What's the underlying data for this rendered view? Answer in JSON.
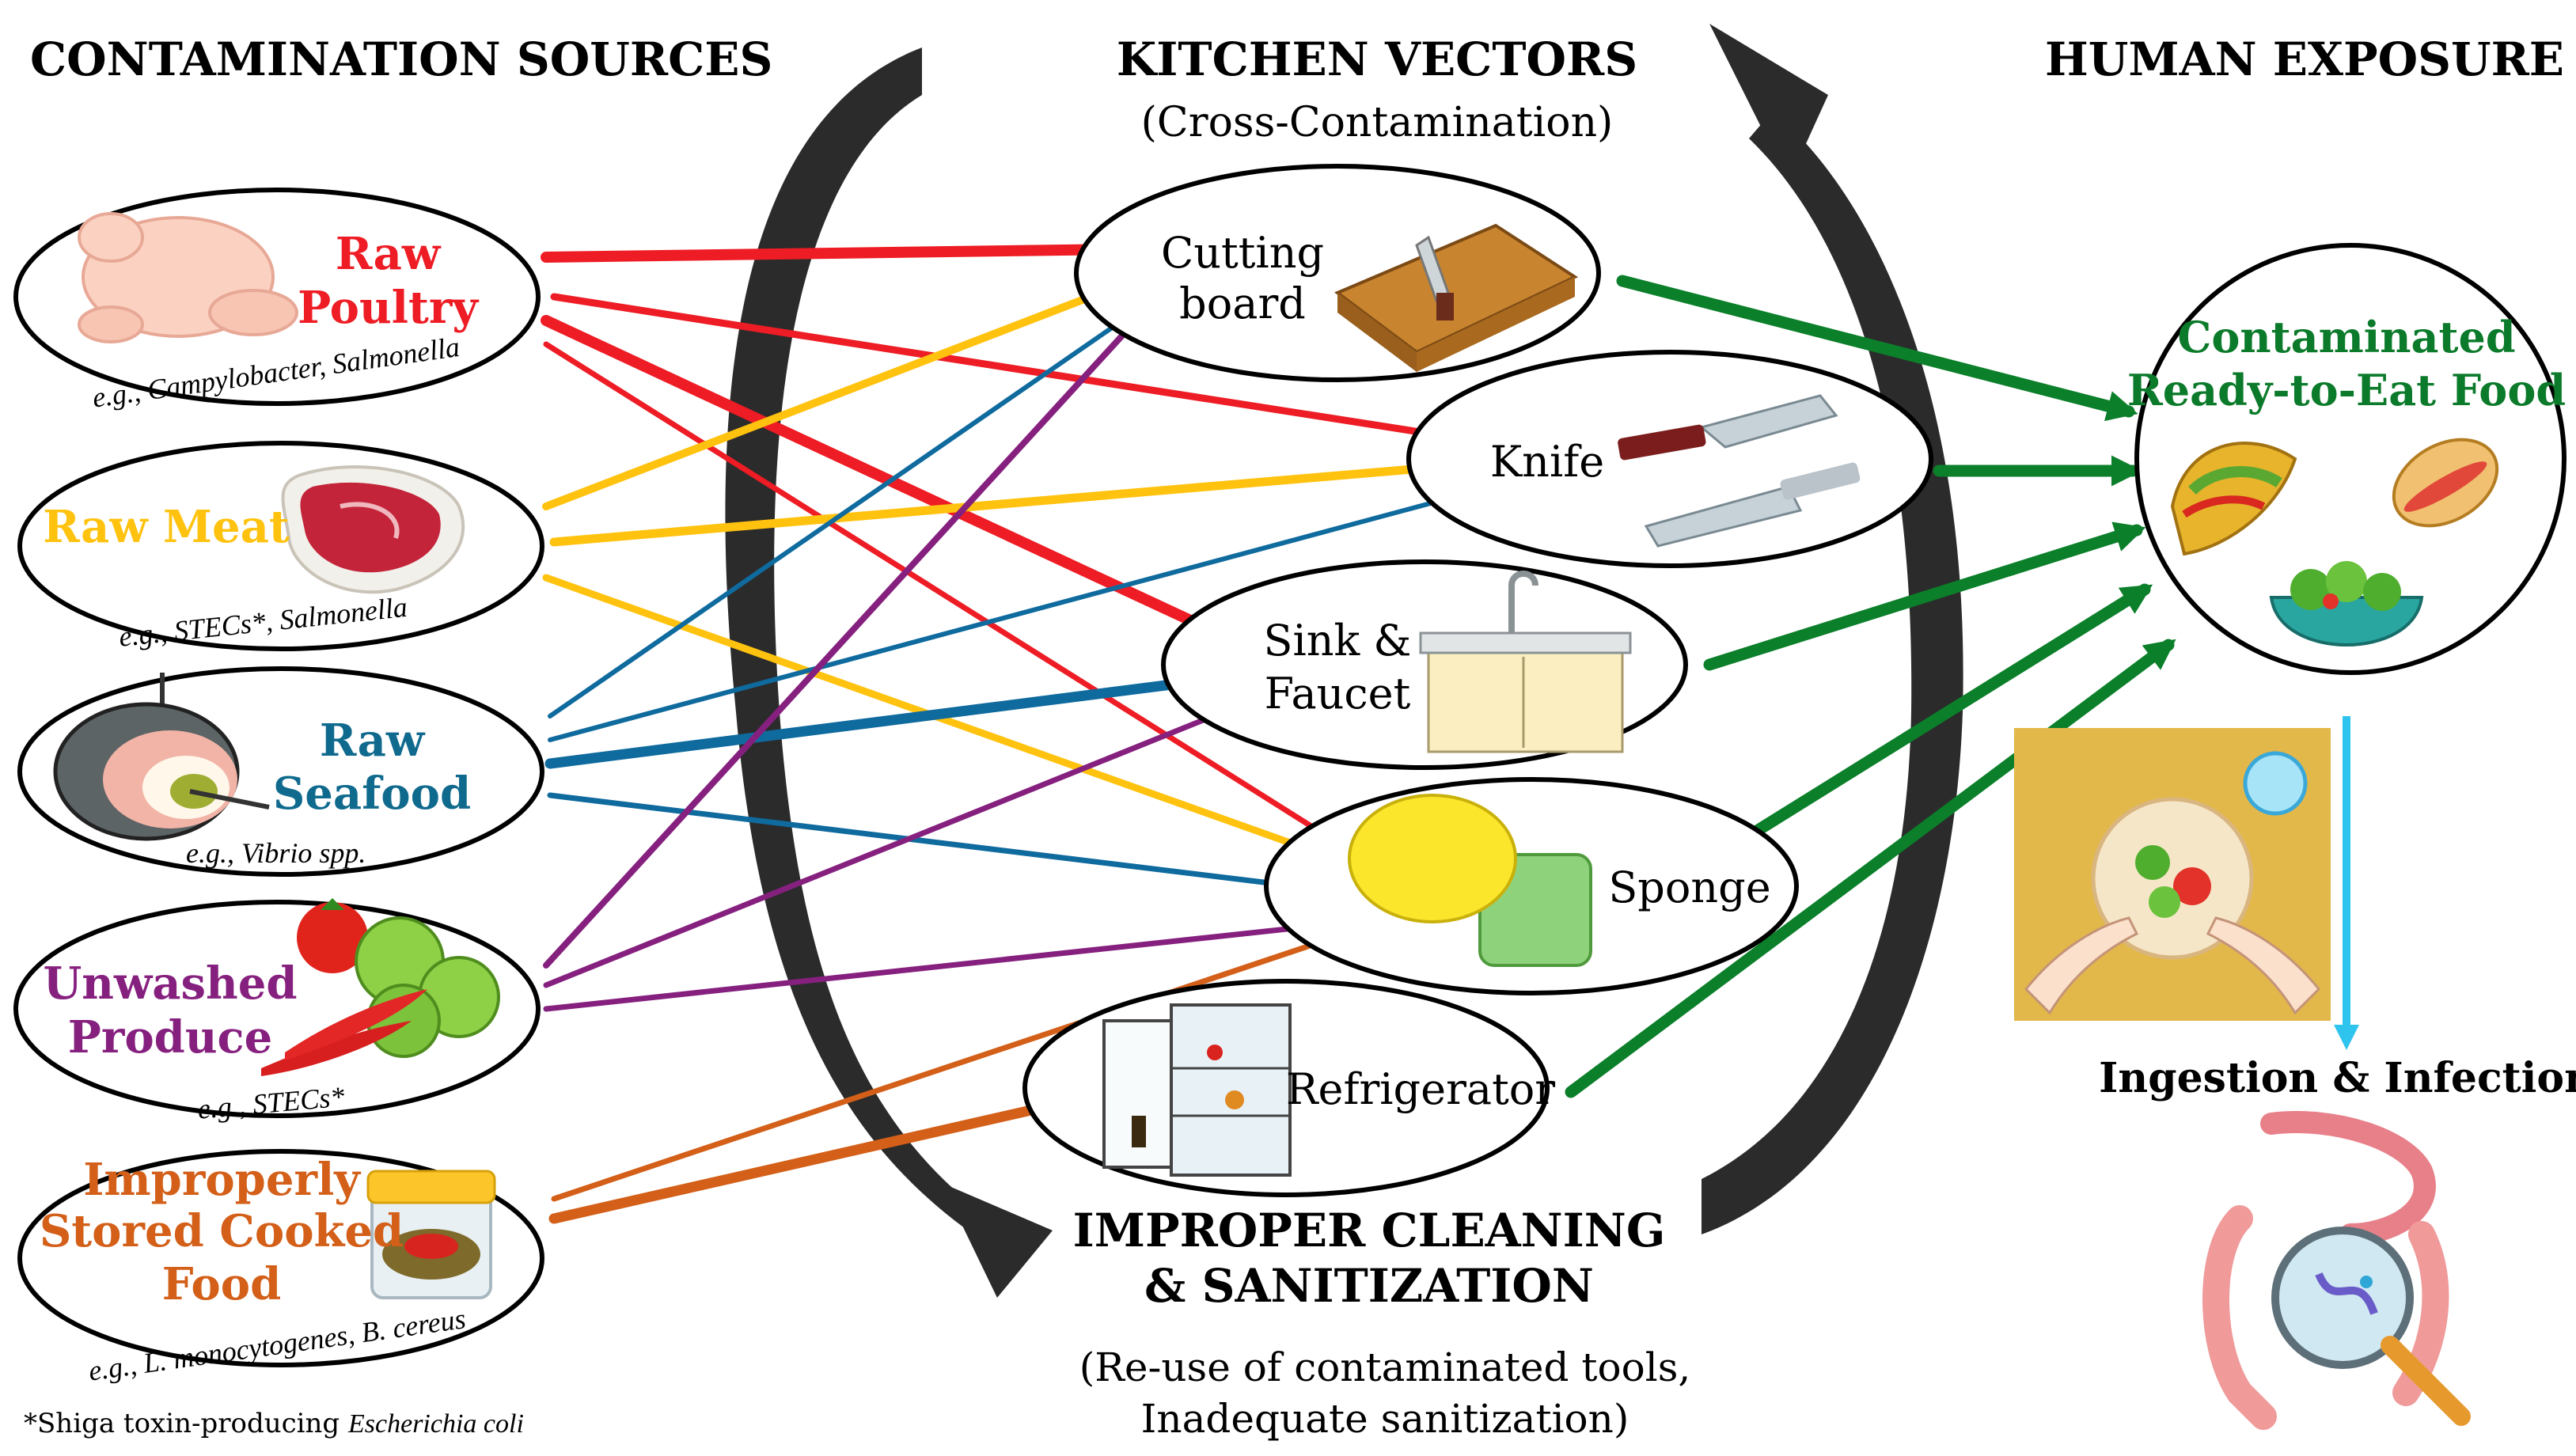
{
  "headers": {
    "sources": "CONTAMINATION SOURCES",
    "vectors": "KITCHEN VECTORS",
    "vectors_sub": "(Cross-Contamination)",
    "exposure": "HUMAN EXPOSURE"
  },
  "sources": [
    {
      "line1": "Raw",
      "line2": "Poultry",
      "line3": "",
      "example_prefix": "e.g., ",
      "example_italic": "Campylobacter, Salmonella",
      "example_suffix": "",
      "color": "#ee1c24"
    },
    {
      "line1": "Raw Meat",
      "line2": "",
      "line3": "",
      "example_prefix": "e.g., ",
      "example_italic": "STECs*, Salmonella",
      "example_suffix": "",
      "color": "#ffc20e"
    },
    {
      "line1": "Raw",
      "line2": "Seafood",
      "line3": "",
      "example_prefix": "e.g., ",
      "example_italic": "Vibrio",
      "example_suffix": " spp.",
      "color": "#0f6a8e"
    },
    {
      "line1": "Unwashed",
      "line2": "Produce",
      "line3": "",
      "example_prefix": "e.g., STECs*",
      "example_italic": "",
      "example_suffix": "",
      "color": "#86207f"
    },
    {
      "line1": "Improperly",
      "line2": "Stored Cooked",
      "line3": "Food",
      "example_prefix": "e.g., ",
      "example_italic": "L. monocytogenes, B. cereus",
      "example_suffix": "",
      "color": "#d35f18"
    }
  ],
  "vectors": [
    {
      "line1": "Cutting",
      "line2": "board"
    },
    {
      "line1": "Knife",
      "line2": ""
    },
    {
      "line1": "Sink &",
      "line2": "Faucet"
    },
    {
      "line1": "Sponge",
      "line2": ""
    },
    {
      "line1": "Refrigerator",
      "line2": ""
    }
  ],
  "exposure": {
    "food_line1": "Contaminated",
    "food_line2": "Ready-to-Eat Food",
    "food_color": "#0b7a2a",
    "ingestion": "Ingestion & Infection"
  },
  "cleaning": {
    "title_line1": "IMPROPER CLEANING",
    "title_line2": "& SANITIZATION",
    "sub_line1": "(Re-use of contaminated tools,",
    "sub_line2": "Inadequate sanitization)"
  },
  "footnote": {
    "prefix": "*Shiga toxin-producing ",
    "italic": "Escherichia coli"
  },
  "colors": {
    "vector_to_food": "#0b7f2a",
    "ingestion_arrow": "#2ec4ee",
    "cycle_arrow": "#2b2b2b"
  }
}
